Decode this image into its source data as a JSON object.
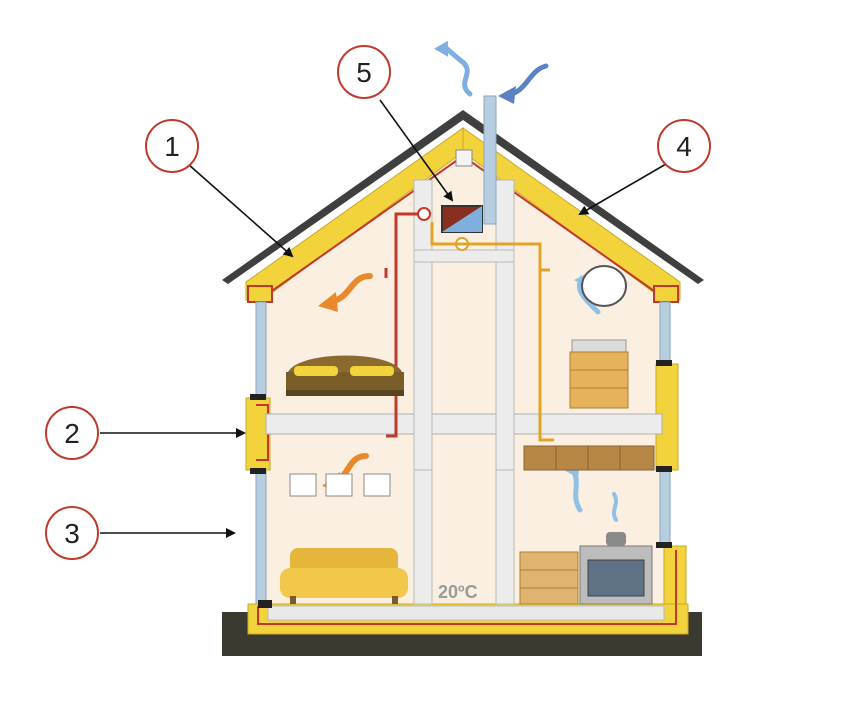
{
  "callouts": [
    {
      "id": "1",
      "label": "1"
    },
    {
      "id": "2",
      "label": "2"
    },
    {
      "id": "3",
      "label": "3"
    },
    {
      "id": "4",
      "label": "4"
    },
    {
      "id": "5",
      "label": "5"
    }
  ],
  "temperature_label": "20ºC",
  "colors": {
    "insulation": "#f2d33c",
    "insulation_edge": "#c9a826",
    "roof": "#3f3f3f",
    "interior": "#fbefe2",
    "window_frame": "#b7cde0",
    "supply_duct": "#c0392b",
    "extract_duct": "#e0a526",
    "fresh_air": "#6f9fd8",
    "warm_air": "#e88a2c",
    "callout_ring": "#c0392b",
    "ground": "#3a3a30"
  }
}
